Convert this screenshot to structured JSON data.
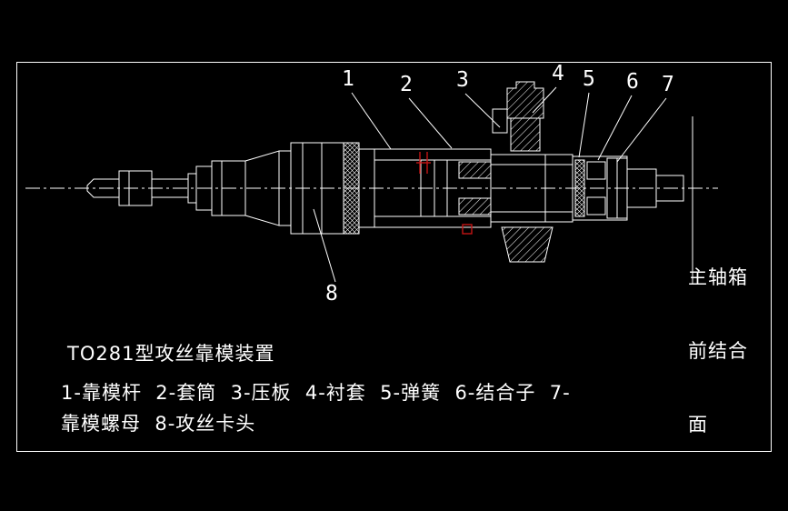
{
  "colors": {
    "background": "#000000",
    "line": "#ffffff",
    "accent_red": "#c21414"
  },
  "callouts": [
    {
      "label": "1"
    },
    {
      "label": "2"
    },
    {
      "label": "3"
    },
    {
      "label": "4"
    },
    {
      "label": "5"
    },
    {
      "label": "6"
    },
    {
      "label": "7"
    },
    {
      "label": "8"
    }
  ],
  "side_note": {
    "lines": [
      "主轴箱",
      "前结合",
      "面"
    ]
  },
  "caption": {
    "title": "TO281型攻丝靠模装置",
    "line1": "1-靠模杆  2-套筒  3-压板  4-衬套  5-弹簧  6-结合子  7-",
    "line2": "靠模螺母  8-攻丝卡头"
  }
}
